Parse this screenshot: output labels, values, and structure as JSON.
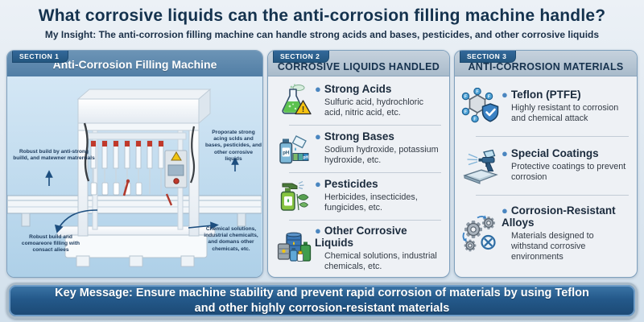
{
  "header": {
    "title": "What corrosive liquids can the anti-corrosion filling machine handle?",
    "subtitle": "My Insight: The anti-corrosion filling machine can handle strong acids and bases, pesticides, and other corrosive liquids"
  },
  "section1": {
    "tab": "SECTION 1",
    "title": "Anti-Corrosion Filling Machine",
    "callouts": {
      "left_mid": "Robust build by anti-strong builld, and matewner matrerrials",
      "right_mid": "Proporate strong acing sclds and bases, pesticides, and other corrosive liquids",
      "left_bottom": "Robust build and comoareore filling with consact aliees",
      "right_bottom": "Chemical solutions, industrial chemicalts, and domans other chemicats, etc."
    }
  },
  "section2": {
    "tab": "SECTION 2",
    "title": "CORROSIVE LIQUIDS HANDLED",
    "items": [
      {
        "icon": "acid-flask-warning-icon",
        "title": "Strong Acids",
        "desc": "Sulfuric acid, hydrochloric acid, nitric acid, etc."
      },
      {
        "icon": "ph-base-bottle-icon",
        "title": "Strong Bases",
        "desc": "Sodium hydroxide, potassium hydroxide, etc."
      },
      {
        "icon": "pesticide-spray-icon",
        "title": "Pesticides",
        "desc": "Herbicides, insecticides, fungicides, etc."
      },
      {
        "icon": "chemical-drums-icon",
        "title": "Other Corrosive Liquids",
        "desc": "Chemical solutions, industrial chemicals, etc."
      }
    ]
  },
  "section3": {
    "tab": "SECTION 3",
    "title": "ANTI-CORROSION MATERIALS",
    "items": [
      {
        "icon": "teflon-molecule-shield-icon",
        "title": "Teflon (PTFE)",
        "desc": "Highly resistant to corrosion and chemical attack"
      },
      {
        "icon": "spray-gun-coating-icon",
        "title": "Special Coatings",
        "desc": "Protective coatings to prevent corrosion"
      },
      {
        "icon": "alloy-gears-icon",
        "title": "Corrosion-Resistant Alloys",
        "desc": "Materials designed to withstand corrosive environments"
      }
    ]
  },
  "footer": {
    "key_message": "Key Message: Ensure machine stability and prevent rapid corrosion of materials by using Teflon and other highly corrosion-resistant materials"
  },
  "colors": {
    "accent_blue": "#2e6da4",
    "section1_header": "#5d88ac",
    "tab_blue": "#275d8c",
    "panel1_body": "#cfe3f1",
    "panel_light_body": "#eef1f5",
    "key_message_bg": "#1e4f7d",
    "bullet": "#4a86c0",
    "title_navy": "#14324e"
  }
}
